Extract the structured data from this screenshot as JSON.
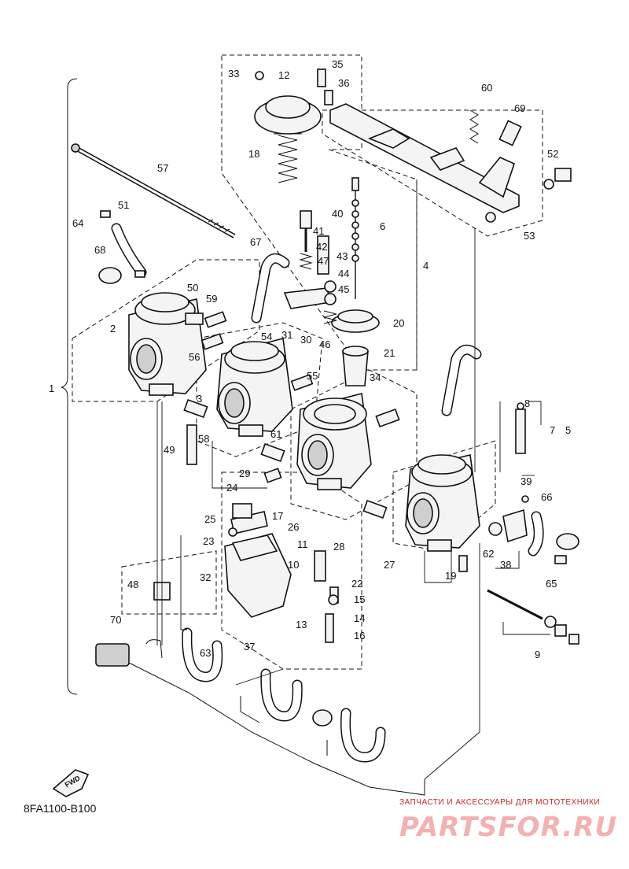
{
  "diagram": {
    "drawing_code": "8FA1100-B100",
    "forward_label": "FWD",
    "watermark": {
      "caption": "ЗАПЧАСТИ И АКСЕССУАРЫ ДЛЯ МОТОТЕХНИКИ",
      "brand": "PARTSFOR.RU"
    },
    "bracket_label": "1",
    "callouts": [
      "2",
      "3",
      "4",
      "5",
      "6",
      "7",
      "8",
      "9",
      "10",
      "11",
      "12",
      "13",
      "14",
      "15",
      "16",
      "17",
      "18",
      "19",
      "20",
      "21",
      "22",
      "23",
      "24",
      "25",
      "26",
      "27",
      "28",
      "29",
      "30",
      "31",
      "32",
      "33",
      "34",
      "35",
      "36",
      "37",
      "38",
      "39",
      "40",
      "41",
      "42",
      "43",
      "44",
      "45",
      "46",
      "47",
      "48",
      "49",
      "50",
      "51",
      "52",
      "53",
      "54",
      "55",
      "56",
      "57",
      "58",
      "59",
      "60",
      "61",
      "62",
      "63",
      "64",
      "65",
      "66",
      "67",
      "68",
      "69",
      "70"
    ],
    "colors": {
      "line": "#111111",
      "watermark_text": "#c62828",
      "watermark_logo": "#f3b1b1"
    }
  }
}
